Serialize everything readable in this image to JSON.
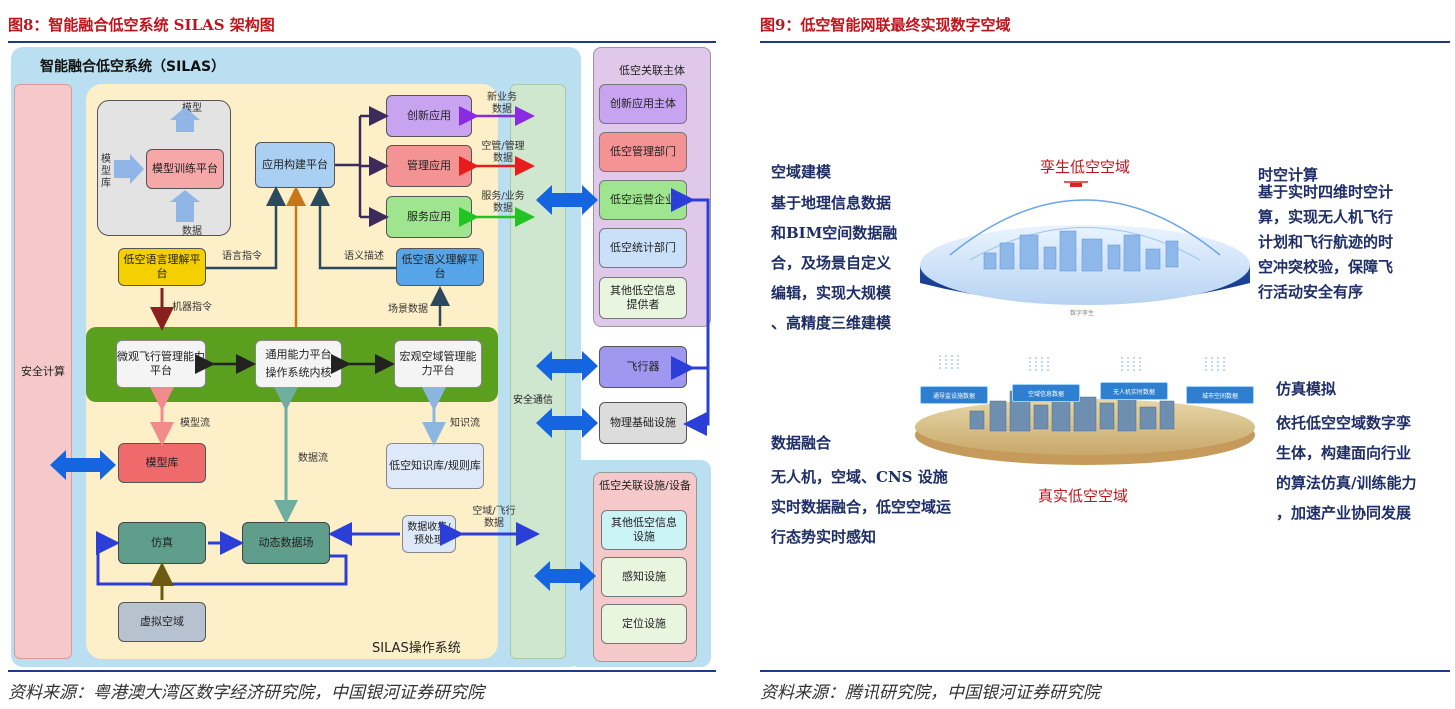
{
  "left": {
    "title": "图8：智能融合低空系统 SILAS 架构图",
    "source": "资料来源：粤港澳大湾区数字经济研究院，中国银河证券研究院",
    "system_title": "智能融合低空系统（SILAS）",
    "os_label": "SILAS操作系统",
    "security_compute": "安全计算",
    "security_comm": "安全通信",
    "model_group": {
      "model": "模型",
      "model_lib": "模型库",
      "data": "数据",
      "training_platform": "模型训练平台"
    },
    "app_platform": "应用构建平台",
    "apps": {
      "innovation": "创新应用",
      "management": "管理应用",
      "service": "服务应用"
    },
    "arrows": {
      "new_biz_data": "新业务数据",
      "airspace_mgmt_data": "空管/管理数据",
      "service_biz_data": "服务/业务数据",
      "language_cmd": "语言指令",
      "semantic_desc": "语义描述",
      "machine_cmd": "机器指令",
      "scene_data": "场景数据",
      "model_flow": "模型流",
      "data_flow": "数据流",
      "knowledge_flow": "知识流",
      "airspace_flight_data": "空域/飞行数据"
    },
    "lang_understanding": "低空语言理解平台",
    "semantic_understanding": "低空语义理解平台",
    "kernel": {
      "micro": "微观飞行管理能力平台",
      "general_line1": "通用能力平台",
      "general_line2": "操作系统内核",
      "macro": "宏观空域管理能力平台"
    },
    "model_store": "模型库",
    "knowledge_store": "低空知识库/规则库",
    "simulation": "仿真",
    "dynamic_field": "动态数据场",
    "data_collect": "数据收集/预处理",
    "virtual_airspace": "虚拟空域",
    "entities": {
      "title": "低空关联主体",
      "items": [
        "创新应用主体",
        "低空管理部门",
        "低空运营企业",
        "低空统计部门",
        "其他低空信息提供者"
      ]
    },
    "aircraft": "飞行器",
    "physical_infra": "物理基础设施",
    "facilities": {
      "title": "低空关联设施/设备",
      "items": [
        "其他低空信息设施",
        "感知设施",
        "定位设施"
      ]
    }
  },
  "right": {
    "title": "图9：低空智能网联最终实现数字空域",
    "source": "资料来源：腾讯研究院，中国银河证券研究院",
    "twin_label": "孪生低空空域",
    "real_label": "真实低空空域",
    "twin_caption": "数字孪生",
    "panel_tags": [
      "通导监设施数据",
      "空域信息数据",
      "无人机实时数据",
      "城市空间数据"
    ],
    "blocks": [
      {
        "title": "空域建模",
        "lines": [
          "基于地理信息数据",
          "和BIM空间数据融",
          "合，及场景自定义",
          "编辑，实现大规模",
          "、高精度三维建模"
        ]
      },
      {
        "title": "时空计算",
        "lines": [
          "基于实时四维时空计",
          "算，实现无人机飞行",
          "计划和飞行航迹的时",
          "空冲突校验，保障飞",
          "行活动安全有序"
        ]
      },
      {
        "title": "数据融合",
        "lines": [
          "无人机，空域、CNS 设施",
          "实时数据融合，低空空域运",
          "行态势实时感知"
        ]
      },
      {
        "title": "仿真模拟",
        "lines": [
          "依托低空空域数字孪",
          "生体，构建面向行业",
          "的算法仿真/训练能力",
          "，加速产业协同发展"
        ]
      }
    ]
  }
}
